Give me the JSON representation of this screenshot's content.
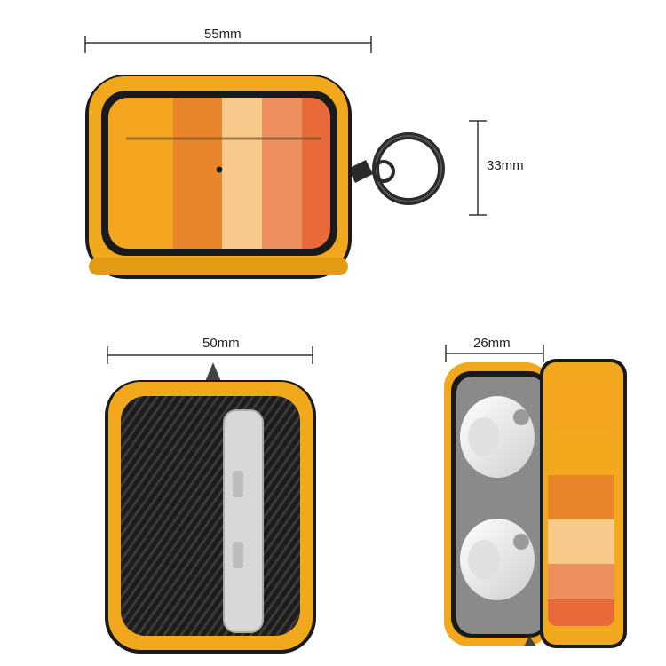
{
  "dimensions": {
    "width_top": "55mm",
    "height_top": "33mm",
    "width_bottom": "50mm",
    "depth": "26mm"
  },
  "colors": {
    "bumper": "#F2A81C",
    "bumper_shadow": "#D98E10",
    "frame": "#1A1A1A",
    "stripes": [
      "#F4A520",
      "#E8852A",
      "#F7C98A",
      "#EE8F5F",
      "#E86A3A"
    ],
    "back_panel": "#222222",
    "earbud": "#F2F2F2",
    "ring": "#2B2B2B"
  },
  "icons": [
    "carabiner-ring-icon",
    "earbud-icon"
  ]
}
